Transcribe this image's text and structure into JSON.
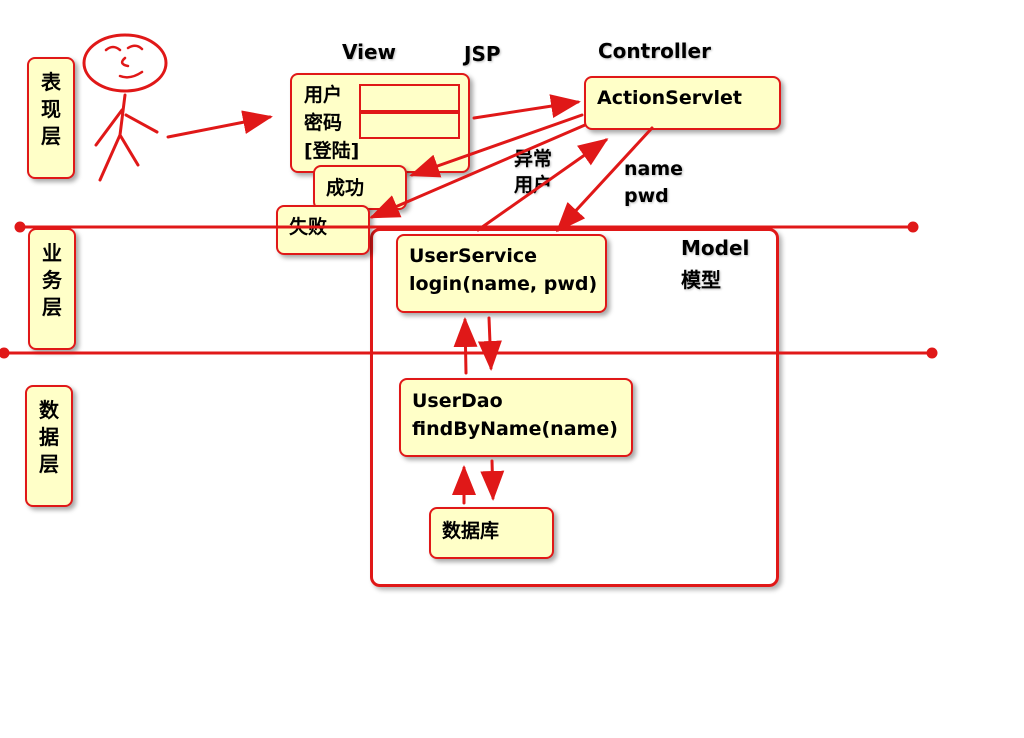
{
  "layers": {
    "presentation": [
      "表",
      "现",
      "层"
    ],
    "business": [
      "业",
      "务",
      "层"
    ],
    "data": [
      "数",
      "据",
      "层"
    ]
  },
  "headings": {
    "view": "View",
    "jsp": "JSP",
    "controller": "Controller",
    "model": "Model",
    "model_cn": "模型"
  },
  "login_form": {
    "user_label": "用户",
    "password_label": "密码",
    "login_button": "[登陆]"
  },
  "outcomes": {
    "success": "成功",
    "failure": "失败"
  },
  "controller": {
    "name": "ActionServlet"
  },
  "annotations": {
    "exception": "异常",
    "user": "用户",
    "name": "name",
    "pwd": "pwd"
  },
  "user_service": {
    "class_name": "UserService",
    "method": "login(name, pwd)"
  },
  "user_dao": {
    "class_name": "UserDao",
    "method": "findByName(name)"
  },
  "database": {
    "label": "数据库"
  },
  "colors": {
    "line": "#e01818",
    "box_fill": "#ffffc8"
  }
}
